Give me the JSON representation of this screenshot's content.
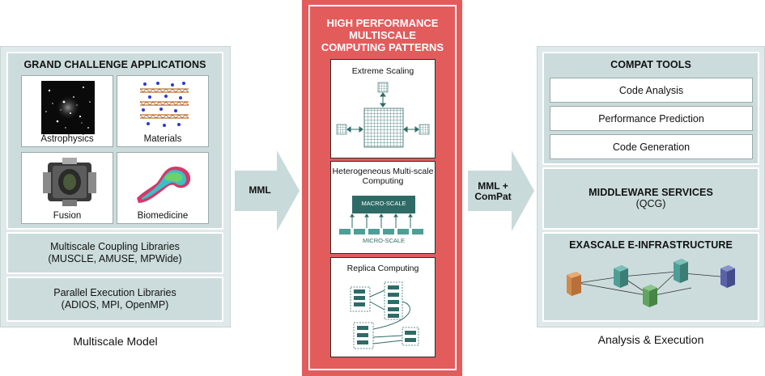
{
  "left": {
    "heading": "GRAND CHALLENGE APPLICATIONS",
    "apps": [
      {
        "label": "Astrophysics",
        "icon": "astrophysics-image"
      },
      {
        "label": "Materials",
        "icon": "materials-image"
      },
      {
        "label": "Fusion",
        "icon": "fusion-image"
      },
      {
        "label": "Biomedicine",
        "icon": "biomedicine-image"
      }
    ],
    "coupling": {
      "line1": "Multiscale Coupling Libraries",
      "line2": "(MUSCLE, AMUSE, MPWide)"
    },
    "parallel": {
      "line1": "Parallel Execution Libraries",
      "line2": "(ADIOS, MPI, OpenMP)"
    },
    "caption": "Multiscale Model"
  },
  "arrow1": {
    "label": "MML"
  },
  "center": {
    "heading_lines": [
      "HIGH PERFORMANCE",
      "MULTISCALE",
      "COMPUTING PATTERNS"
    ],
    "patterns": {
      "extreme": {
        "title": "Extreme Scaling"
      },
      "hetero": {
        "title_lines": [
          "Heterogeneous Multi-scale",
          "Computing"
        ],
        "macro": "MACRO-SCALE",
        "micro": "MICRO-SCALE"
      },
      "replica": {
        "title": "Replica Computing"
      }
    }
  },
  "arrow2": {
    "label_lines": [
      "MML +",
      "ComPat"
    ]
  },
  "right": {
    "tools_heading": "COMPAT TOOLS",
    "tools": [
      "Code Analysis",
      "Performance Prediction",
      "Code Generation"
    ],
    "middleware": {
      "title": "MIDDLEWARE SERVICES",
      "sub": "(QCG)"
    },
    "exascale": {
      "title": "EXASCALE E-INFRASTRUCTURE"
    },
    "caption": "Analysis & Execution"
  },
  "colors": {
    "red_panel": "#e25c5c",
    "panel_bg": "#ccdcdc",
    "arrow": "#c9dada",
    "macro_box": "#2f6b66",
    "server_orange": "#d08a4a",
    "server_teal": "#4f9e96",
    "server_green": "#5fa55f",
    "server_blue": "#5a63a8"
  }
}
